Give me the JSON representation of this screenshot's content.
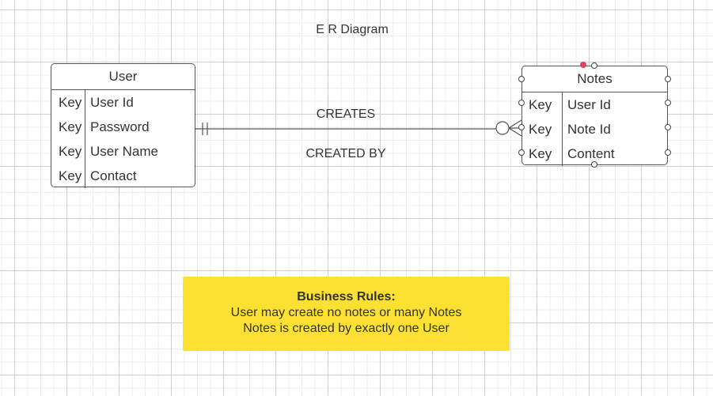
{
  "diagram": {
    "title": "E R Diagram"
  },
  "entities": {
    "user": {
      "name": "User",
      "rows": [
        {
          "key": "Key",
          "field": "User Id"
        },
        {
          "key": "Key",
          "field": "Password"
        },
        {
          "key": "Key",
          "field": "User Name"
        },
        {
          "key": "Key",
          "field": "Contact"
        }
      ]
    },
    "notes": {
      "name": "Notes",
      "rows": [
        {
          "key": "Key",
          "field": "User Id"
        },
        {
          "key": "Key",
          "field": "Note Id"
        },
        {
          "key": "Key",
          "field": "Content"
        }
      ]
    }
  },
  "relationship": {
    "label_forward": "CREATES",
    "label_backward": "CREATED BY",
    "user_end": "exactly one",
    "notes_end": "zero or many"
  },
  "note": {
    "title": "Business Rules:",
    "line1": "User may create no notes or many Notes",
    "line2": "Notes is created by exactly one User"
  },
  "colors": {
    "grid_major": "#cfcfcf",
    "grid_minor": "#ececec",
    "entity_border": "#555555",
    "note_fill": "#fce133",
    "selection_dot": "#e0445a"
  }
}
